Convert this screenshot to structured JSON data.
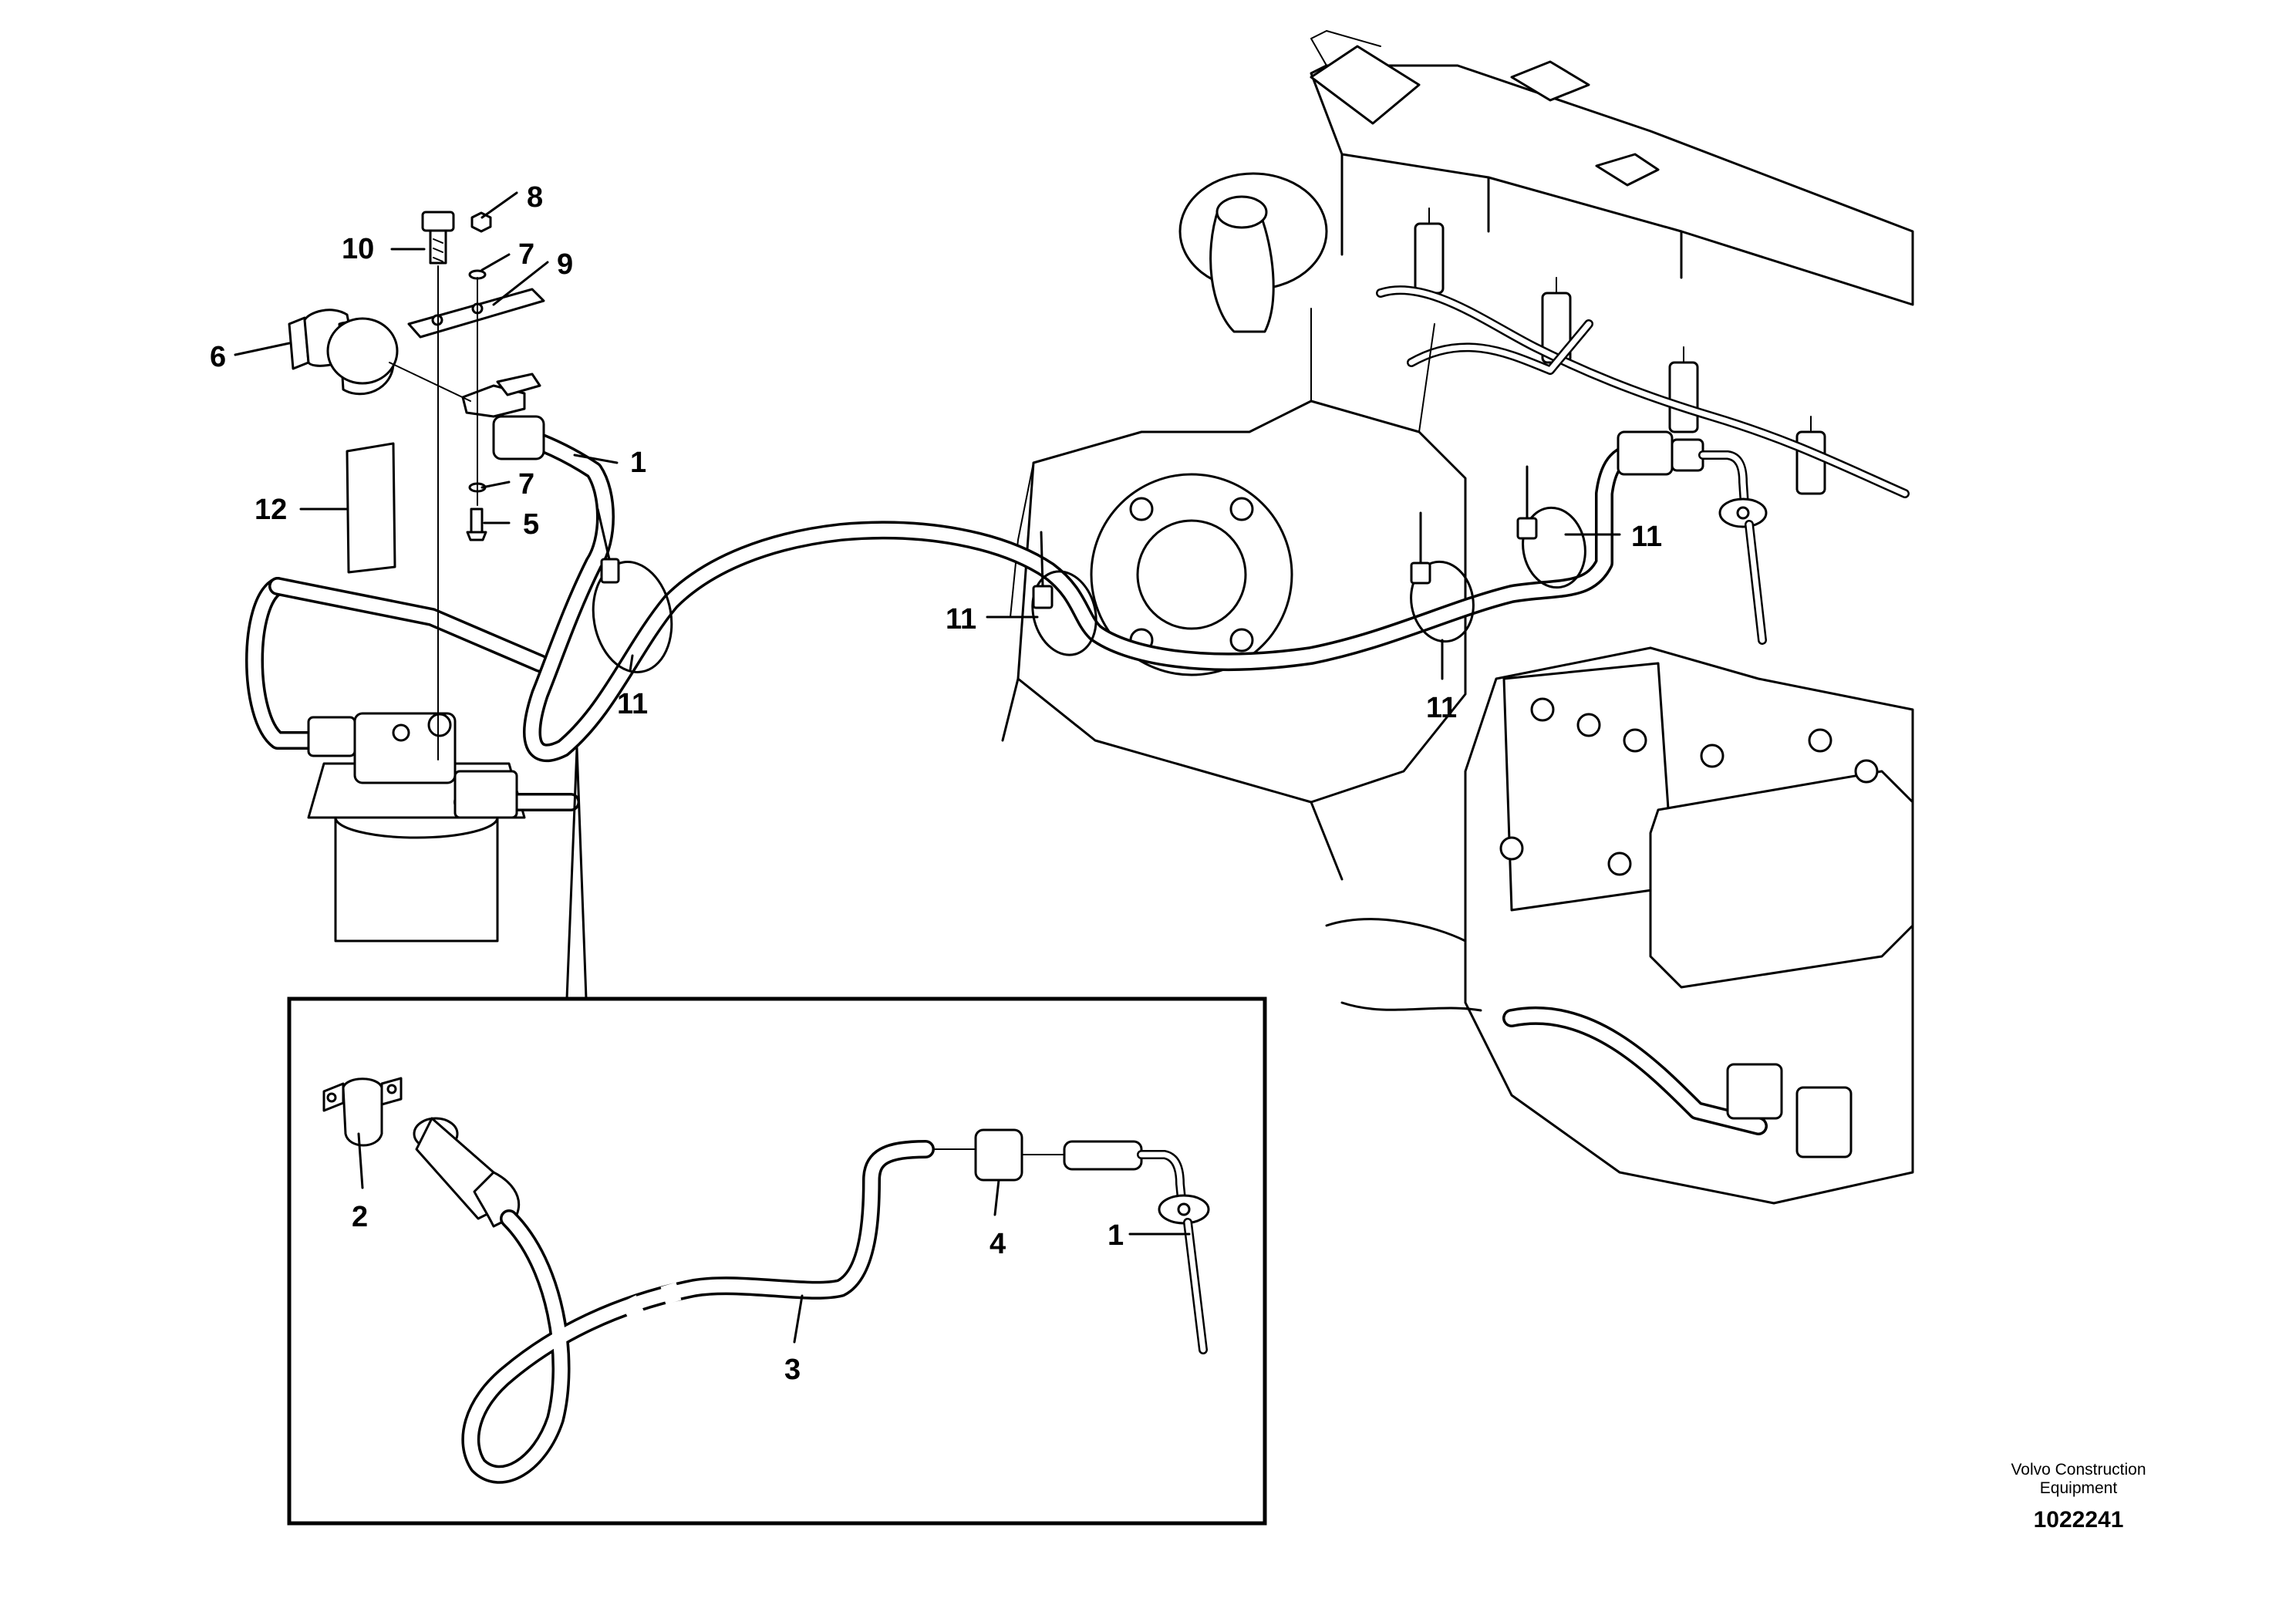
{
  "callouts": {
    "c1_main": "1",
    "c1_inset": "1",
    "c2": "2",
    "c3": "3",
    "c4": "4",
    "c5": "5",
    "c6": "6",
    "c7_upper": "7",
    "c7_lower": "7",
    "c8": "8",
    "c9": "9",
    "c10": "10",
    "c11_a": "11",
    "c11_b": "11",
    "c11_c": "11",
    "c11_d": "11",
    "c12": "12"
  },
  "caption": {
    "line1": "Volvo Construction",
    "line2": "Equipment",
    "doc_number": "1022241"
  }
}
